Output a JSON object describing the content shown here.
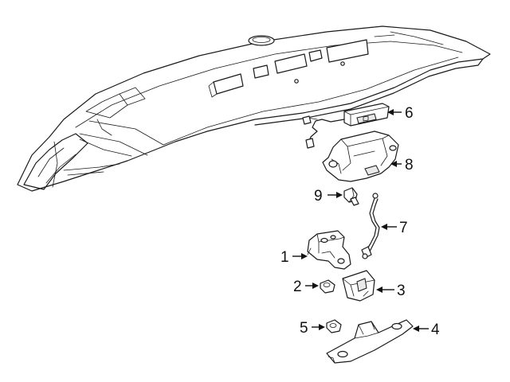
{
  "callouts": [
    {
      "id": "1",
      "label": "1",
      "part": "trunk-latch"
    },
    {
      "id": "2",
      "label": "2",
      "part": "nut"
    },
    {
      "id": "3",
      "label": "3",
      "part": "striker-cover"
    },
    {
      "id": "4",
      "label": "4",
      "part": "striker"
    },
    {
      "id": "5",
      "label": "5",
      "part": "nut"
    },
    {
      "id": "6",
      "label": "6",
      "part": "release-switch"
    },
    {
      "id": "7",
      "label": "7",
      "part": "release-cable"
    },
    {
      "id": "8",
      "label": "8",
      "part": "actuator"
    },
    {
      "id": "9",
      "label": "9",
      "part": "switch"
    }
  ],
  "colors": {
    "line": "#1a1a1a",
    "background": "#ffffff",
    "shade": "#e9e9e9"
  }
}
